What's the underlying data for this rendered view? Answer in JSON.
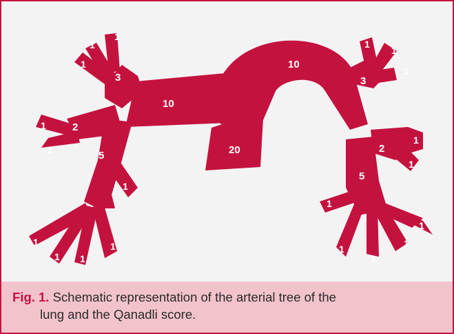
{
  "caption": {
    "label": "Fig. 1.",
    "text_line1": "Schematic representation of the arterial tree of the",
    "text_line2": "lung and the Qanadli score."
  },
  "colors": {
    "artery": "#c4123f",
    "caption_bg": "#f2c3cb",
    "background": "#f3f3f3"
  },
  "labels": {
    "main_trunk": "20",
    "right_pulmonary_artery": "10",
    "left_pulmonary_artery": "10",
    "right_upper_lobe": "3",
    "right_middle_lobe": "2",
    "right_lower_lobe": "5",
    "left_upper_lobe": "3",
    "left_lingula": "2",
    "left_lower_lobe": "5",
    "segment": "1"
  }
}
